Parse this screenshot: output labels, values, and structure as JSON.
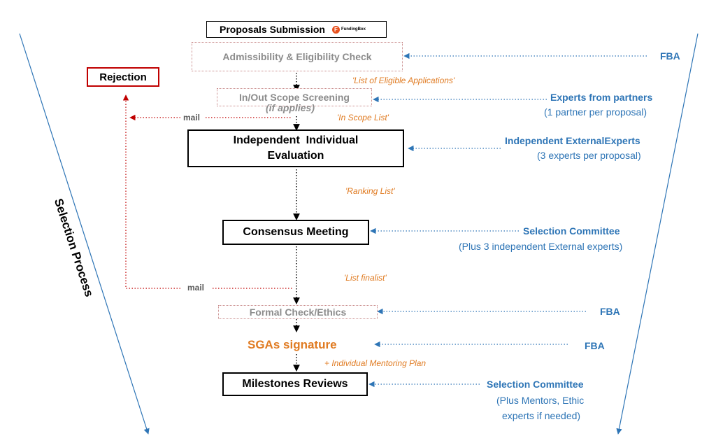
{
  "diagram": {
    "proposals_submission": "Proposals Submission",
    "fundingbox_logo_text": "FundingBox",
    "admissibility_check": "Admissibility & Eligibility Check",
    "rejection": "Rejection",
    "list_eligible": "'List of Eligible Applications'",
    "scope_screening": "In/Out Scope Screening",
    "if_applies": "(if applies)",
    "in_scope_list": "'In Scope List'",
    "mail_1": "mail",
    "independent_eval_line1": "Independent  Individual",
    "independent_eval_line2": "Evaluation",
    "ranking_list": "'Ranking List'",
    "consensus_meeting": "Consensus Meeting",
    "list_finalist": "'List finalist'",
    "mail_2": "mail",
    "formal_check": "Formal Check/Ethics",
    "sgas_signature": "SGAs signature",
    "mentoring_plan": "+ Individual Mentoring Plan",
    "milestones_reviews": "Milestones Reviews",
    "selection_process": "Selection Process",
    "fba_1": "FBA",
    "experts_partners_line1": "Experts from partners",
    "experts_partners_line2": "(1 partner per proposal)",
    "indep_experts_line1": "Independent ExternalExperts",
    "indep_experts_line2": "(3 experts per proposal)",
    "selection_committee_1": "Selection Committee",
    "selection_committee_1_note": "(Plus 3 independent External experts)",
    "fba_2": "FBA",
    "fba_3": "FBA",
    "selection_committee_2": "Selection Committee",
    "selection_committee_2_note_line1": "(Plus Mentors, Ethic",
    "selection_committee_2_note_line2": "experts if needed)"
  },
  "colors": {
    "blue": "#2e75b6",
    "orange": "#e07b22",
    "red": "#c00000",
    "grey": "#8c8c8c"
  }
}
